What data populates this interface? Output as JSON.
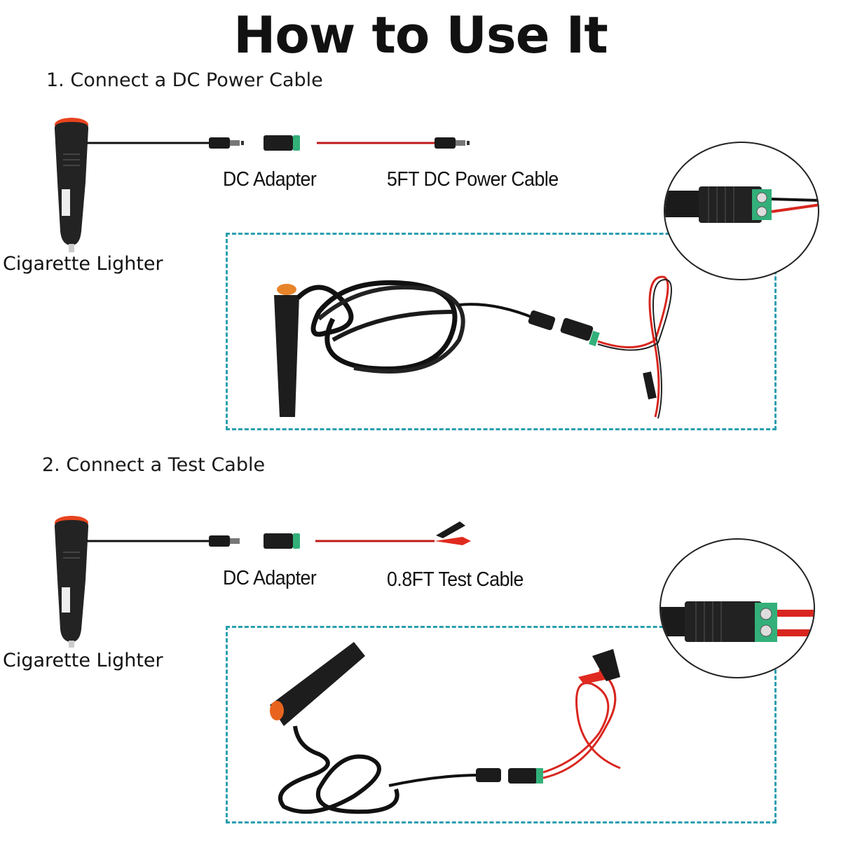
{
  "title": "How to Use It",
  "colors": {
    "accent_dashed_border": "#2a9fb0",
    "cable_black": "#111111",
    "wire_red": "#d8261f",
    "terminal_green": "#33b07a",
    "switch_red": "#e8431e"
  },
  "steps": [
    {
      "number": "1",
      "heading": "1. Connect a DC Power Cable",
      "components": {
        "lighter_label": "Cigarette Lighter",
        "adapter_label": "DC Adapter",
        "cable_label": "5FT DC Power Cable"
      },
      "photo_icon": "dc-power-cable-assembly-photo",
      "zoom_icon": "dc-adapter-terminal-closeup"
    },
    {
      "number": "2",
      "heading": "2. Connect a Test Cable",
      "components": {
        "lighter_label": "Cigarette Lighter",
        "adapter_label": "DC Adapter",
        "cable_label": "0.8FT Test Cable"
      },
      "photo_icon": "test-cable-assembly-photo",
      "zoom_icon": "dc-adapter-terminal-closeup"
    }
  ]
}
